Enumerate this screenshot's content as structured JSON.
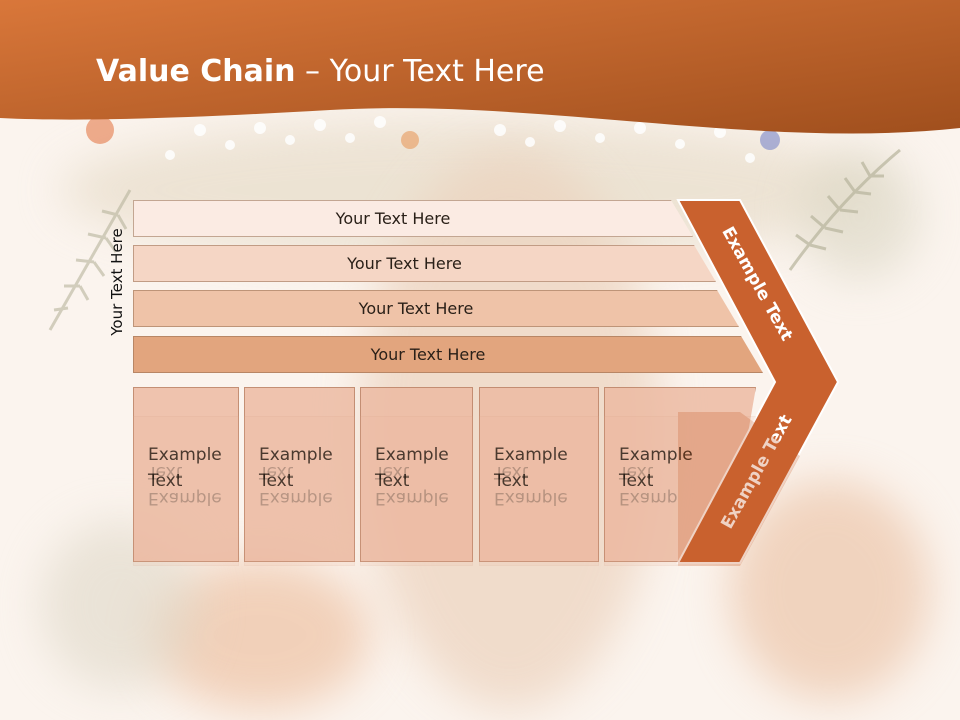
{
  "title": {
    "bold": "Value Chain",
    "rest": " – Your Text Here"
  },
  "side_label": "Your Text Here",
  "bands": [
    {
      "label": "Your Text Here",
      "color": "#fbebe3"
    },
    {
      "label": "Your Text Here",
      "color": "#f5d6c5"
    },
    {
      "label": "Your Text Here",
      "color": "#efc3a8"
    },
    {
      "label": "Your Text Here",
      "color": "#e2a57e"
    }
  ],
  "columns": [
    {
      "line1": "Example",
      "line2": "Text"
    },
    {
      "line1": "Example",
      "line2": "Text"
    },
    {
      "line1": "Example",
      "line2": "Text"
    },
    {
      "line1": "Example",
      "line2": "Text"
    },
    {
      "line1": "Example",
      "line2": "Text"
    }
  ],
  "arrow": {
    "upper_text": "Example Text",
    "lower_text": "Example Text",
    "color": "#c9612e"
  },
  "colors": {
    "header_start": "#d9773a",
    "header_end": "#a04f1d",
    "background": "#fbf4ee"
  }
}
